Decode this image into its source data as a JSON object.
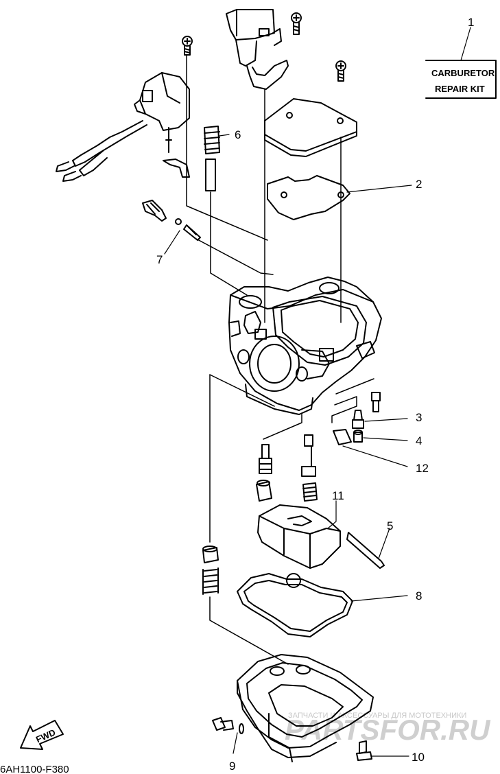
{
  "diagram": {
    "kit_box": {
      "line1": "CARBURETOR",
      "line2": "REPAIR KIT"
    },
    "callouts": [
      "1",
      "2",
      "3",
      "4",
      "5",
      "6",
      "7",
      "8",
      "9",
      "10",
      "11",
      "12"
    ],
    "fwd_label": "FWD",
    "drawing_code": "6AH1100-F380",
    "watermark": {
      "brand": "PARTSFOR.RU",
      "tagline": "ЗАПЧАСТИ И АКСЕССУАРЫ ДЛЯ МОТОТЕХНИКИ"
    },
    "colors": {
      "ink": "#000000",
      "watermark": "#c8c8c8",
      "background": "#ffffff"
    }
  }
}
